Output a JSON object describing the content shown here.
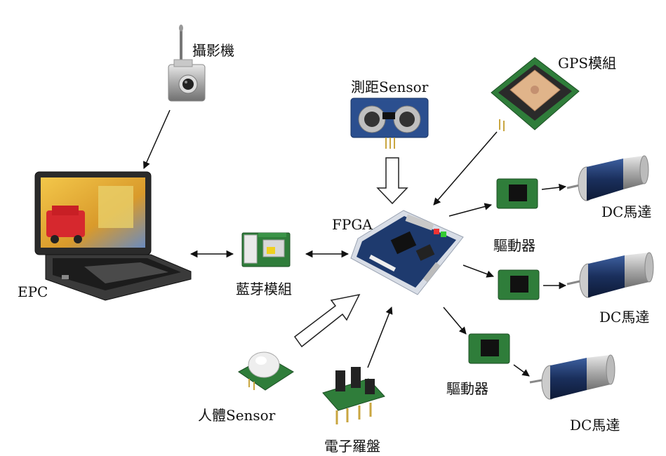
{
  "labels": {
    "camera": "攝影機",
    "range_sensor": "測距Sensor",
    "gps": "GPS模組",
    "epc": "EPC",
    "bluetooth": "藍芽模組",
    "fpga": "FPGA",
    "driver_top": "驅動器",
    "driver_bottom": "驅動器",
    "motor_top": "DC馬達",
    "motor_middle": "DC馬達",
    "motor_bottom": "DC馬達",
    "pir_sensor": "人體Sensor",
    "compass": "電子羅盤"
  },
  "colors": {
    "pcb_green": "#2f7d3a",
    "sensor_blue": "#2b4f8f",
    "motor_blue": "#1f3f7a",
    "fpga_board": "#1e3a6e",
    "arrow": "#111111"
  },
  "icons": {
    "camera": "camera-icon",
    "laptop": "laptop-icon",
    "bluetooth": "bluetooth-module-icon",
    "fpga": "fpga-board-icon",
    "gps": "gps-module-icon",
    "ultrasonic": "ultrasonic-sensor-icon",
    "driver": "motor-driver-icon",
    "motor": "dc-motor-icon",
    "pir": "pir-sensor-icon",
    "compass": "compass-module-icon"
  }
}
